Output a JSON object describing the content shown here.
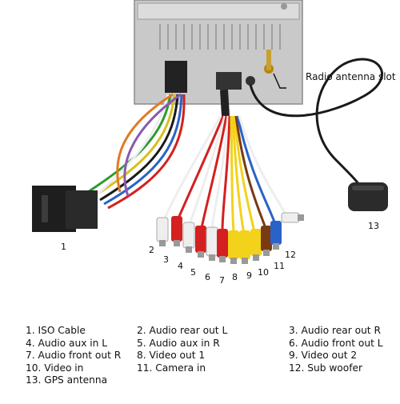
{
  "diagram": {
    "callouts": {
      "antenna_slot": "Radio antenna slot",
      "n1": "1",
      "n2": "2",
      "n3": "3",
      "n4": "4",
      "n5": "5",
      "n6": "6",
      "n7": "7",
      "n8": "8",
      "n9": "9",
      "n10": "10",
      "n11": "11",
      "n12": "12",
      "n13": "13"
    },
    "colors": {
      "unit_body": "#c9c9c9",
      "red": "#d42020",
      "yellow": "#f2d21a",
      "white": "#eeeeee",
      "brown": "#7a3a12",
      "blue": "#2a63c8",
      "gps_cable": "#1a1a1a"
    }
  },
  "legend": {
    "col1": [
      "1. ISO Cable",
      "4. Audio aux in L",
      "7. Audio front out R",
      "10. Video in",
      "13. GPS antenna"
    ],
    "col2": [
      "2. Audio rear out L",
      "5. Audio aux in R",
      "8. Video out 1",
      "11. Camera in"
    ],
    "col3": [
      "3. Audio rear out R",
      "6. Audio front out L",
      "9. Video out 2",
      "12. Sub woofer"
    ]
  }
}
